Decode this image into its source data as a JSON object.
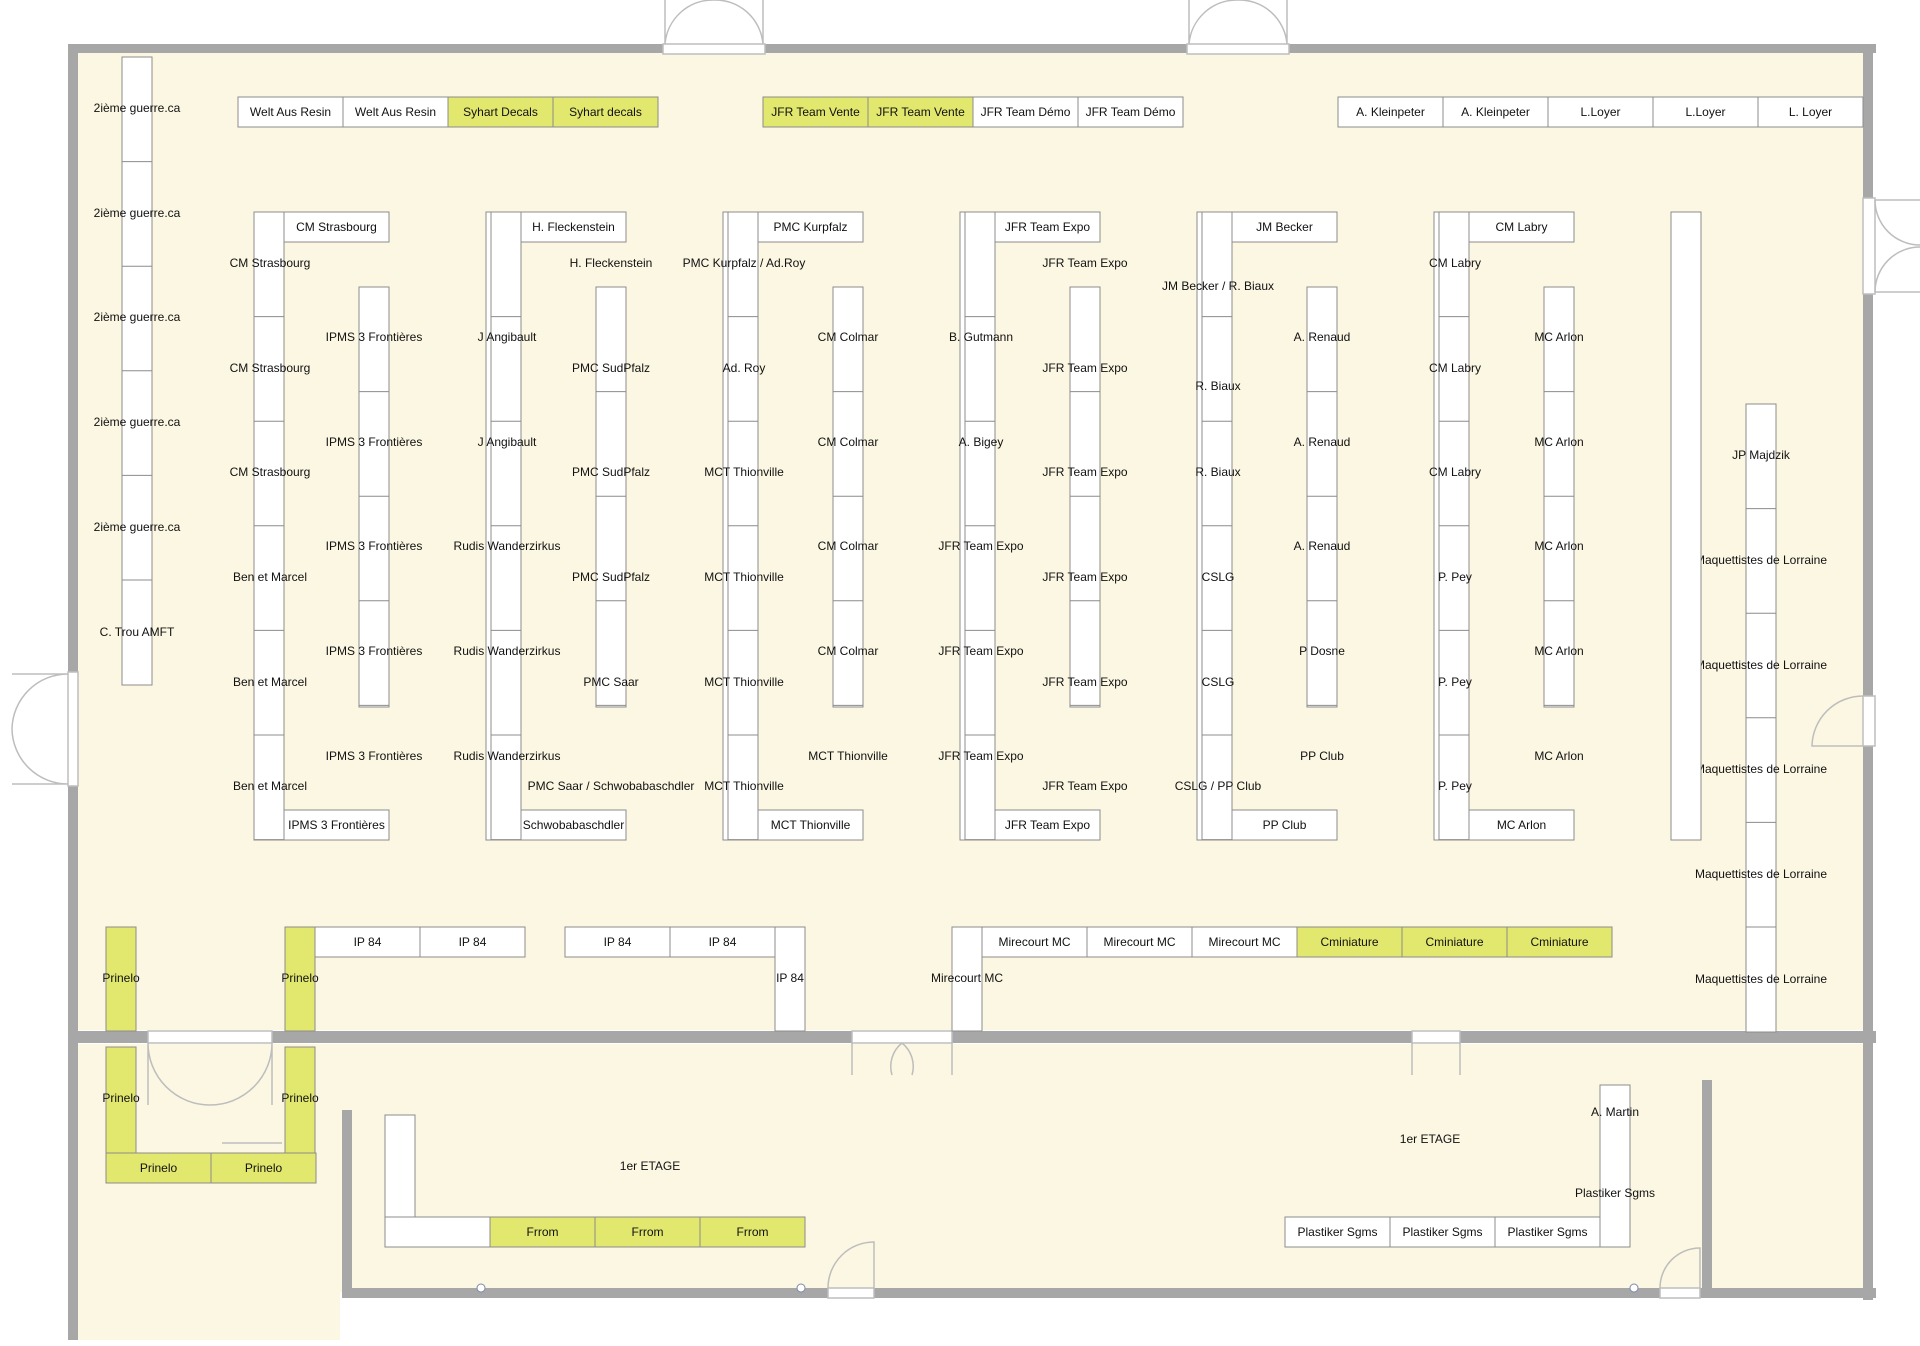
{
  "colors": {
    "floor": "#fcf7e2",
    "wall": "#a7a7a7",
    "table": "#ffffff",
    "table_highlight": "#e2e76d",
    "table_border": "#8c8c8c",
    "door": "#bdbdbd",
    "text": "#111111"
  },
  "floor_labels": {
    "level_left": "1er ETAGE",
    "level_right": "1er ETAGE"
  },
  "tables": {
    "top_row": [
      {
        "label": "Welt Aus Resin",
        "highlight": false
      },
      {
        "label": "Welt Aus Resin",
        "highlight": false
      },
      {
        "label": "Syhart Decals",
        "highlight": true
      },
      {
        "label": "Syhart decals",
        "highlight": true
      },
      {
        "label": "JFR Team Vente",
        "highlight": true
      },
      {
        "label": "JFR Team Vente",
        "highlight": true
      },
      {
        "label": "JFR Team Démo",
        "highlight": false
      },
      {
        "label": "JFR Team Démo",
        "highlight": false
      },
      {
        "label": "A. Kleinpeter",
        "highlight": false
      },
      {
        "label": "A. Kleinpeter",
        "highlight": false
      },
      {
        "label": "L.Loyer",
        "highlight": false
      },
      {
        "label": "L.Loyer",
        "highlight": false
      },
      {
        "label": "L. Loyer",
        "highlight": false
      }
    ],
    "left_column": [
      {
        "label": "2ième guerre.ca"
      },
      {
        "label": "2ième guerre.ca"
      },
      {
        "label": "2ième guerre.ca"
      },
      {
        "label": "2ième guerre.ca"
      },
      {
        "label": "2ième guerre.ca"
      },
      {
        "label": "C. Trou AMFT"
      }
    ],
    "ilots": [
      {
        "top": "CM Strasbourg",
        "bottom": "IPMS 3 Frontières",
        "left": [
          "CM Strasbourg",
          "CM Strasbourg",
          "CM Strasbourg",
          "Ben et Marcel",
          "Ben et Marcel",
          "Ben et Marcel"
        ],
        "right": [
          "IPMS 3 Frontières",
          "IPMS 3 Frontières",
          "IPMS 3 Frontières",
          "IPMS 3 Frontières",
          "IPMS 3 Frontières"
        ]
      },
      {
        "top": "H. Fleckenstein",
        "bottom": "Schwobabaschdler",
        "left": [
          "J Angibault",
          "J Angibault",
          "Rudis Wanderzirkus",
          "Rudis Wanderzirkus",
          "Rudis Wanderzirkus"
        ],
        "right": [
          "H. Fleckenstein",
          "PMC SudPfalz",
          "PMC SudPfalz",
          "PMC SudPfalz",
          "PMC Saar",
          "PMC Saar / Schwobabaschdler"
        ]
      },
      {
        "top": "PMC Kurpfalz",
        "bottom": "MCT Thionville",
        "left": [
          "PMC Kurpfalz / Ad.Roy",
          "Ad. Roy",
          "MCT Thionville",
          "MCT Thionville",
          "MCT Thionville",
          "MCT Thionville"
        ],
        "right": [
          "CM Colmar",
          "CM Colmar",
          "CM Colmar",
          "CM Colmar",
          "MCT Thionville"
        ]
      },
      {
        "top": "JFR Team Expo",
        "bottom": "JFR Team Expo",
        "left": [
          "B. Gutmann",
          "A. Bigey",
          "JFR Team Expo",
          "JFR Team Expo",
          "JFR Team Expo"
        ],
        "right": [
          "JFR Team Expo",
          "JFR Team Expo",
          "JFR Team Expo",
          "JFR Team Expo",
          "JFR Team Expo",
          "JFR Team Expo"
        ]
      },
      {
        "top": "JM Becker",
        "bottom": "PP Club",
        "left": [
          "JM Becker / R. Biaux",
          "R. Biaux",
          "R. Biaux",
          "CSLG",
          "CSLG",
          "CSLG / PP Club"
        ],
        "right": [
          "A. Renaud",
          "A. Renaud",
          "A. Renaud",
          "P Dosne",
          "PP Club"
        ]
      },
      {
        "top": "CM Labry",
        "bottom": "MC Arlon",
        "left": [
          "CM Labry",
          "CM Labry",
          "CM Labry",
          "P. Pey",
          "P. Pey",
          "P. Pey"
        ],
        "right": [
          "MC Arlon",
          "MC Arlon",
          "MC Arlon",
          "MC Arlon",
          "MC Arlon"
        ]
      }
    ],
    "right_column": [
      {
        "label": "JP Majdzik"
      },
      {
        "label": "Maquettistes de Lorraine"
      },
      {
        "label": "Maquettistes de Lorraine"
      },
      {
        "label": "Maquettistes de Lorraine"
      },
      {
        "label": "Maquettistes de Lorraine"
      },
      {
        "label": "Maquettistes de Lorraine"
      }
    ],
    "lower_row": {
      "prinelo_main": [
        "Prinelo",
        "Prinelo"
      ],
      "ip84_a": [
        "IP 84",
        "IP 84"
      ],
      "ip84_b": [
        "IP 84",
        "IP 84",
        "IP 84"
      ],
      "mirecourt": [
        "Mirecourt MC",
        "Mirecourt MC",
        "Mirecourt MC",
        "Mirecourt MC"
      ],
      "cminiature": [
        "Cminiature",
        "Cminiature",
        "Cminiature"
      ]
    },
    "lower_room": {
      "prinelo": [
        "Prinelo",
        "Prinelo",
        "Prinelo",
        "Prinelo"
      ],
      "frrom": [
        "Frrom",
        "Frrom",
        "Frrom"
      ],
      "plastiker": [
        "Plastiker Sgms",
        "Plastiker Sgms",
        "Plastiker Sgms",
        "Plastiker Sgms"
      ],
      "martin": "A. Martin"
    }
  }
}
